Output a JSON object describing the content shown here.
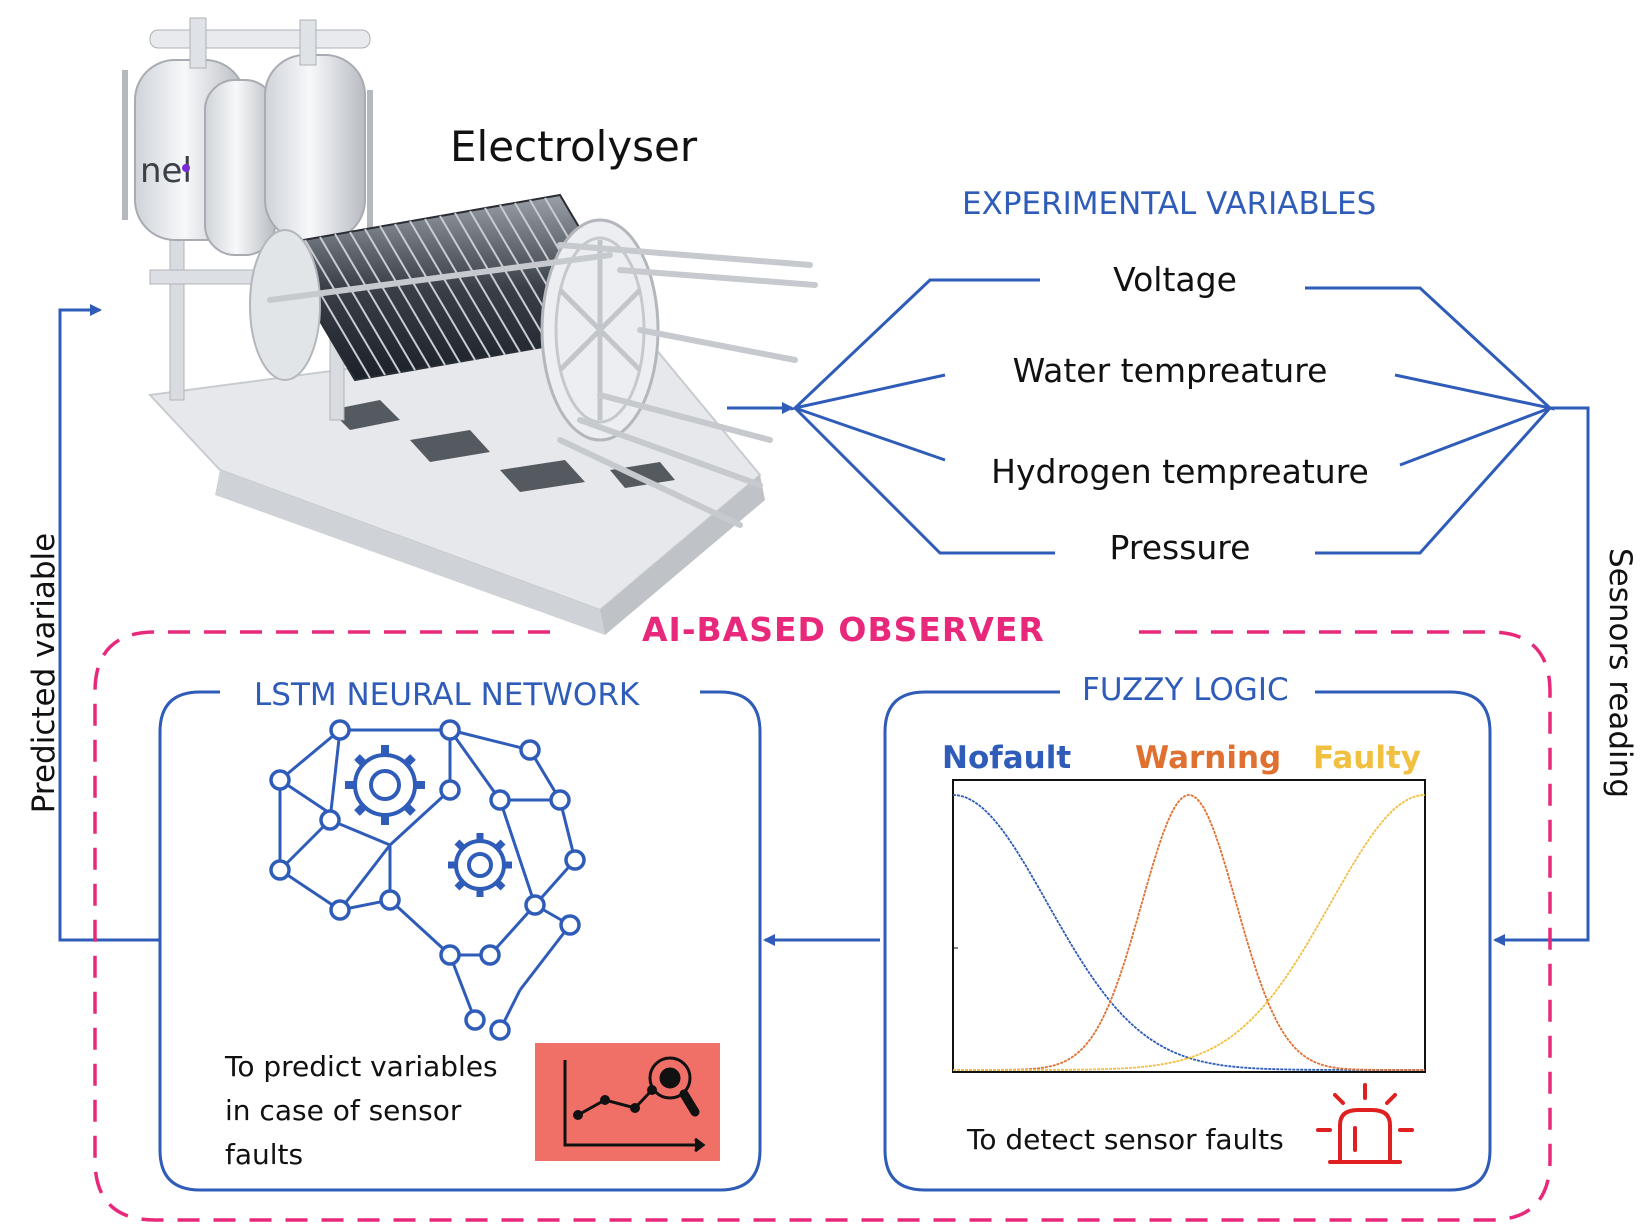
{
  "machine": {
    "title": "Electrolyser",
    "brand": "nel"
  },
  "variables": {
    "heading": "EXPERIMENTAL VARIABLES",
    "items": [
      "Voltage",
      "Water tempreature",
      "Hydrogen tempreature",
      "Pressure"
    ]
  },
  "side_labels": {
    "left": "Predicted variable",
    "right": "Sesnors reading"
  },
  "observer": {
    "title": "AI-BASED OBSERVER",
    "lstm": {
      "title": "LSTM NEURAL NETWORK",
      "description": [
        "To predict variables",
        "in case of sensor",
        "faults"
      ]
    },
    "fuzzy": {
      "title": "FUZZY LOGIC",
      "labels": [
        "Nofault",
        "Warning",
        "Faulty"
      ],
      "description": "To detect sensor faults"
    }
  },
  "colors": {
    "flow": "#2e5cb8",
    "observer_border": "#e8287a",
    "nofault": "#2e5cb8",
    "warning": "#e07030",
    "faulty": "#f2c040",
    "predict_icon_bg": "#f07068",
    "alarm": "#e02020"
  },
  "icons": [
    "electrolyser-illustration",
    "brain-network-icon",
    "gear-icon",
    "chart-magnifier-icon",
    "alarm-beacon-icon"
  ]
}
